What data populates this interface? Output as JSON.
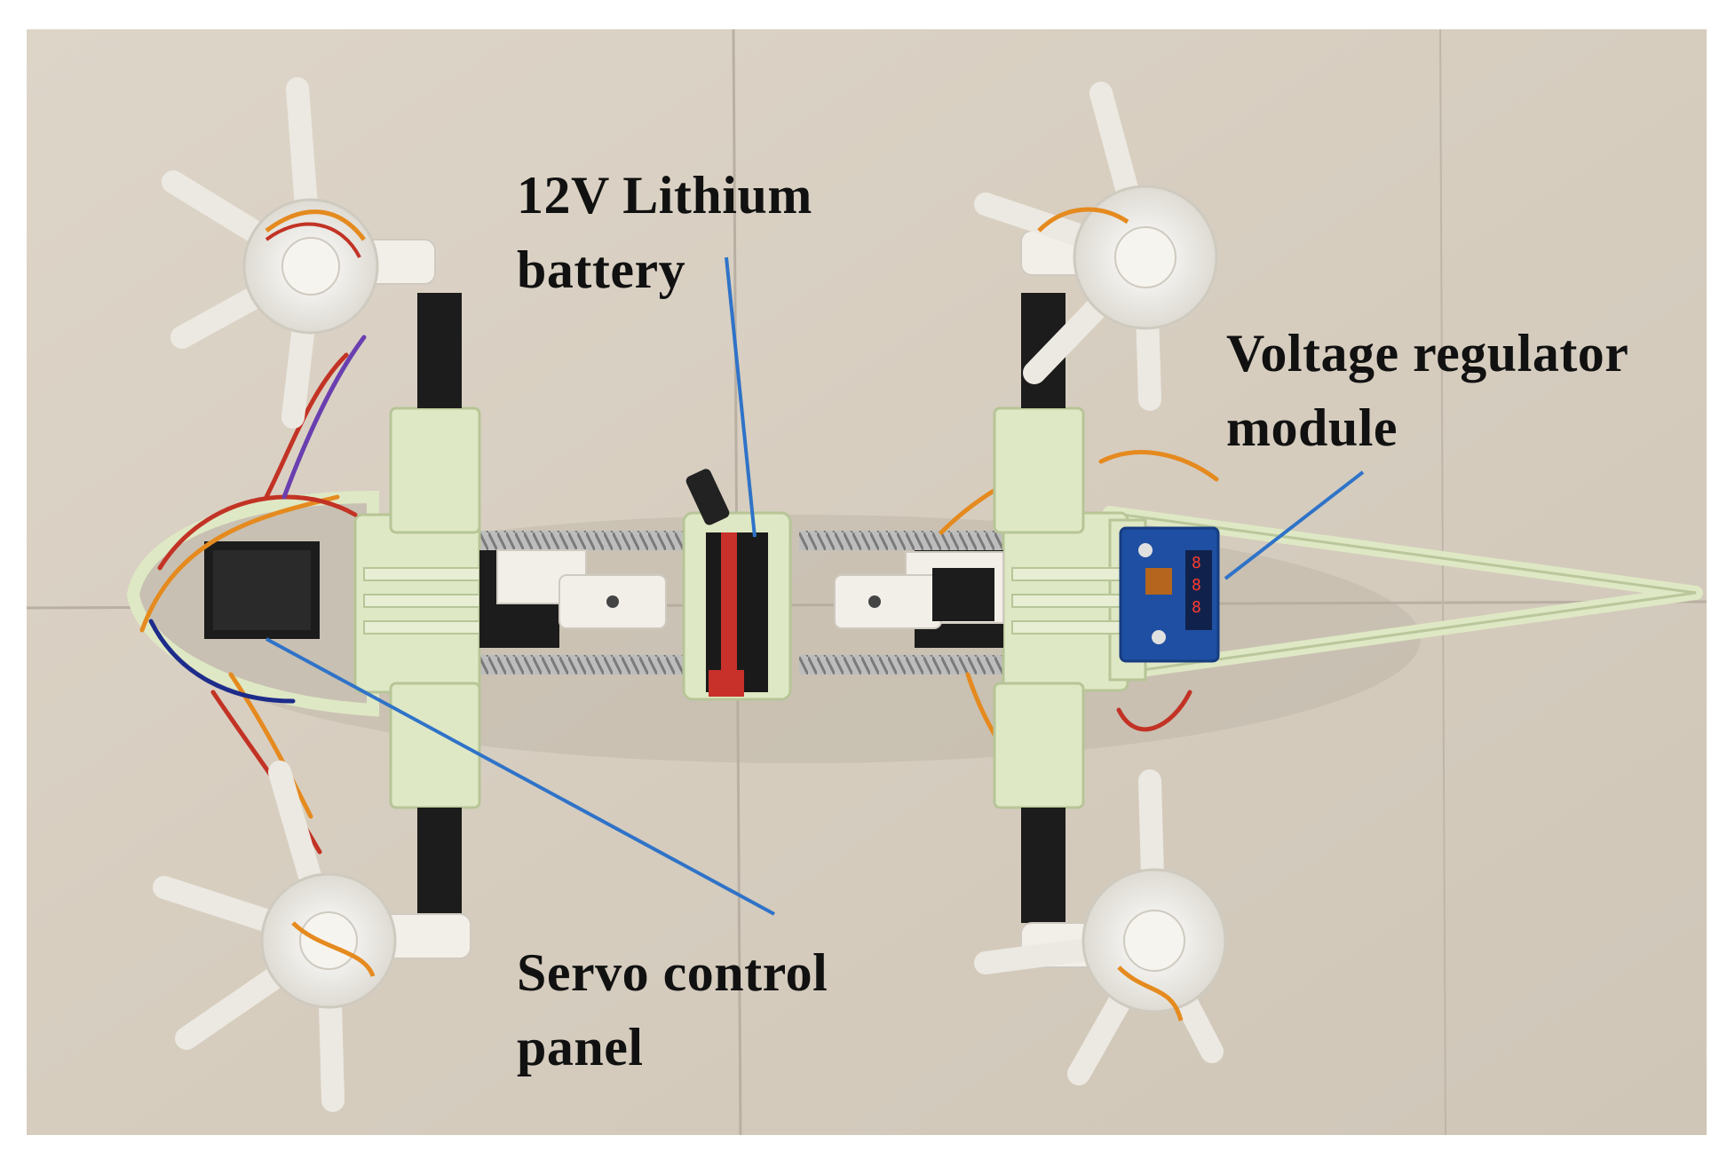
{
  "labels": {
    "battery": {
      "line1": "12V Lithium",
      "line2": "battery"
    },
    "regulator": {
      "line1": "Voltage regulator",
      "line2": "module"
    },
    "servo": {
      "line1": "Servo control",
      "line2": "panel"
    }
  },
  "colors": {
    "floor": "#d8cfc2",
    "frame_pla": "#dfe8c4",
    "leg_white": "#f2efe9",
    "callout_line": "#2f73c8",
    "text": "#111111",
    "regulator_board": "#1f4fa3",
    "servo_wire_orange": "#e58a1f",
    "servo_wire_red": "#c23325",
    "servo_body": "#1c1c1c"
  }
}
